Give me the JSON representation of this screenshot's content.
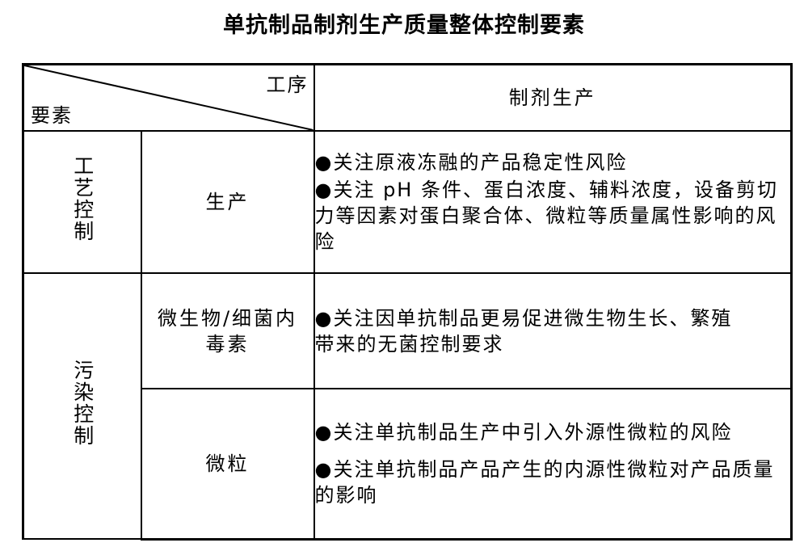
{
  "title": "单抗制品制剂生产质量整体控制要素",
  "header": {
    "corner_top": "工序",
    "corner_bottom": "要素",
    "process": "制剂生产"
  },
  "groups": [
    {
      "category": "工艺控制",
      "rows": [
        {
          "item_lines": [
            "生产"
          ],
          "bullets": [
            "●关注原液冻融的产品稳定性风险",
            "●关注 pH 条件、蛋白浓度、辅料浓度，设备剪切力等因素对蛋白聚合体、微粒等质量属性影响的风险"
          ]
        }
      ]
    },
    {
      "category": "污染控制",
      "rows": [
        {
          "item_lines": [
            "微生物/细菌内",
            "毒素"
          ],
          "bullets": [
            "●关注因单抗制品更易促进微生物生长、繁殖带来的无菌控制要求"
          ]
        },
        {
          "item_lines": [
            "微粒"
          ],
          "bullets": [
            "●关注单抗制品生产中引入外源性微粒的风险",
            "●关注单抗制品产品产生的内源性微粒对产品质量的影响"
          ]
        }
      ]
    }
  ]
}
